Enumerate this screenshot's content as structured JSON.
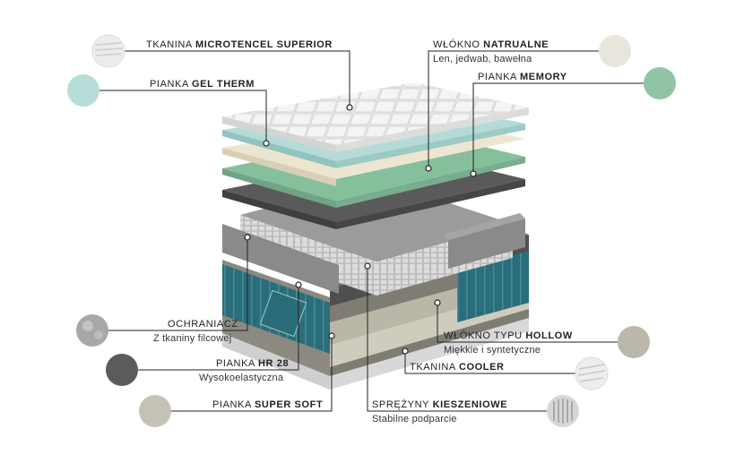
{
  "labels": {
    "microtencel": {
      "prefix": "TKANINA",
      "bold": "MICROTENCEL SUPERIOR",
      "sub": ""
    },
    "gel_therm": {
      "prefix": "PIANKA",
      "bold": "GEL THERM",
      "sub": ""
    },
    "natural_fiber": {
      "prefix": "WŁÓKNO",
      "bold": "NATRUALNE",
      "sub": "Len, jedwab, bawełna"
    },
    "memory": {
      "prefix": "PIANKA",
      "bold": "MEMORY",
      "sub": ""
    },
    "protector": {
      "prefix": "OCHRANIACZ",
      "bold": "",
      "sub": "Z tkaniny filcowej"
    },
    "hr28": {
      "prefix": "PIANKA",
      "bold": "HR 28",
      "sub": "Wysokoelastyczna"
    },
    "super_soft": {
      "prefix": "PIANKA",
      "bold": "SUPER SOFT",
      "sub": ""
    },
    "hollow": {
      "prefix": "WŁÓKNO TYPU",
      "bold": "HOLLOW",
      "sub": "Miękkie i syntetyczne"
    },
    "cooler": {
      "prefix": "TKANINA",
      "bold": "COOLER",
      "sub": ""
    },
    "springs": {
      "prefix": "SPRĘŻYNY",
      "bold": "KIESZENIOWE",
      "sub": "Stabilne podparcie"
    }
  },
  "colors": {
    "gel_therm": "#b8ddd8",
    "natural_fiber": "#e8e6dc",
    "memory": "#90c4a4",
    "protector": "#a8a8a8",
    "hr28": "#5b5b5b",
    "super_soft": "#c5c3b6",
    "hollow": "#bbb8ab",
    "teal_side": "#2a6f7c"
  }
}
